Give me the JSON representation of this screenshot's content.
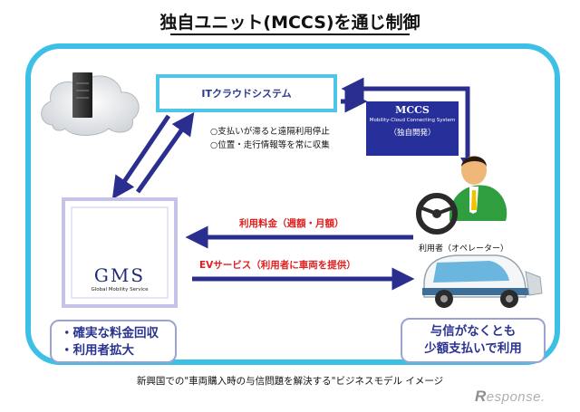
{
  "title": "独自ユニット(MCCS)を通じ制御",
  "it_system": "ITクラウドシステム",
  "notes": [
    "○支払いが滞ると遠隔利用停止",
    "○位置・走行情報等を常に収集"
  ],
  "mccs": {
    "name": "MCCS",
    "subtitle": "Mobility-Cloud Connecting System",
    "development": "（独自開発）"
  },
  "gms": {
    "logo_text": "GMS",
    "company": "Global Mobility Service"
  },
  "flows": {
    "fee": "利用料金（週額・月額）",
    "ev_service": "EVサービス（利用者に車両を提供）"
  },
  "user_label": "利用者（オペレーター）",
  "benefits_left": [
    "・確実な料金回収",
    "・利用者拡大"
  ],
  "benefits_right": [
    "与信がなくとも",
    "少額支払いで利用"
  ],
  "caption": "新興国での\"車両購入時の与信問題を解決する\"ビジネスモデル イメージ",
  "watermark": {
    "initial": "R",
    "rest": "esponse."
  },
  "colors": {
    "frame_cyan": "#3cc0e6",
    "arrow_navy": "#2a2f8f",
    "mccs_bg": "#27309a",
    "label_red": "#e02020"
  }
}
